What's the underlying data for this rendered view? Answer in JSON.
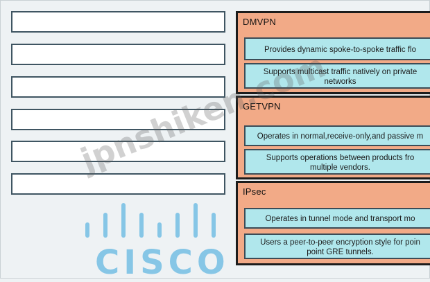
{
  "slots": [
    {
      "value": ""
    },
    {
      "value": ""
    },
    {
      "value": ""
    },
    {
      "value": ""
    },
    {
      "value": ""
    },
    {
      "value": ""
    }
  ],
  "categories": [
    {
      "title": "DMVPN",
      "items": [
        {
          "lines": [
            "Provides dynamic spoke-to-spoke traffic flo"
          ]
        },
        {
          "lines": [
            "Supports multicast traffic natively on private",
            "networks"
          ]
        }
      ]
    },
    {
      "title": "GETVPN",
      "items": [
        {
          "lines": [
            "Operates in normal,receive-only,and passive m"
          ]
        },
        {
          "lines": [
            "Supports operations between products fro",
            "multiple vendors."
          ]
        }
      ]
    },
    {
      "title": "IPsec",
      "items": [
        {
          "lines": [
            "Operates in tunnel mode and transport mo"
          ]
        },
        {
          "lines": [
            "Users a peer-to-peer encryption style for poin",
            "point GRE tunnels."
          ]
        }
      ]
    }
  ],
  "logo": {
    "text": "CISCO",
    "icon": "cisco-bridge-icon",
    "color": "#86c6e6"
  },
  "watermark": {
    "text": "jpnshiken.com"
  },
  "colors": {
    "category_bg": "#f2aa87",
    "item_bg": "#b0e7ec",
    "slot_border": "#3f5562"
  }
}
